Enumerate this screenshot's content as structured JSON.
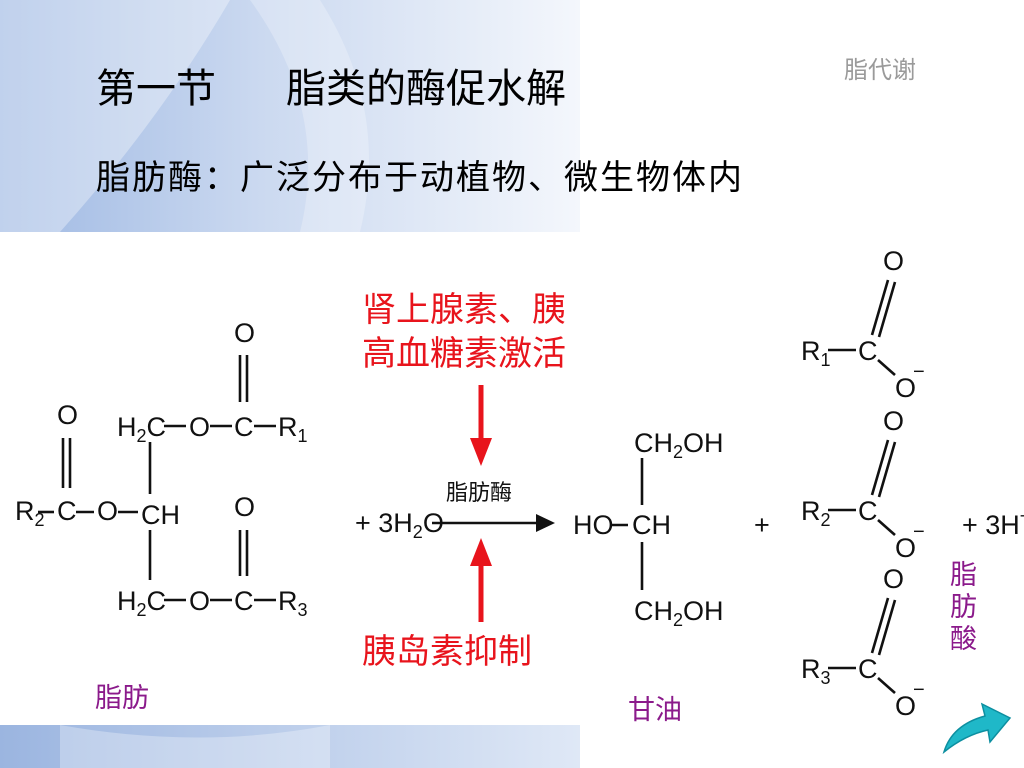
{
  "slide": {
    "title_section": "第一节",
    "title_topic": "脂类的酶促水解",
    "subtitle": "脂肪酶：广泛分布于动植物、微生物体内",
    "corner_label": "脂代谢"
  },
  "labels": {
    "activation_line1": "肾上腺素、胰",
    "activation_line2": "高血糖素激活",
    "inhibition": "胰岛素抑制",
    "enzyme": "脂肪酶",
    "fat": "脂肪",
    "glycerol": "甘油",
    "fatty_acid": [
      "脂",
      "肪",
      "酸"
    ]
  },
  "colors": {
    "title": "#000000",
    "regulation_red": "#e8141c",
    "product_label_purple": "#8b1a8b",
    "corner_grey": "#9a9a9a",
    "arrow_teal": "#1fb8c8"
  },
  "icons": [
    "curved-next-arrow-icon"
  ]
}
